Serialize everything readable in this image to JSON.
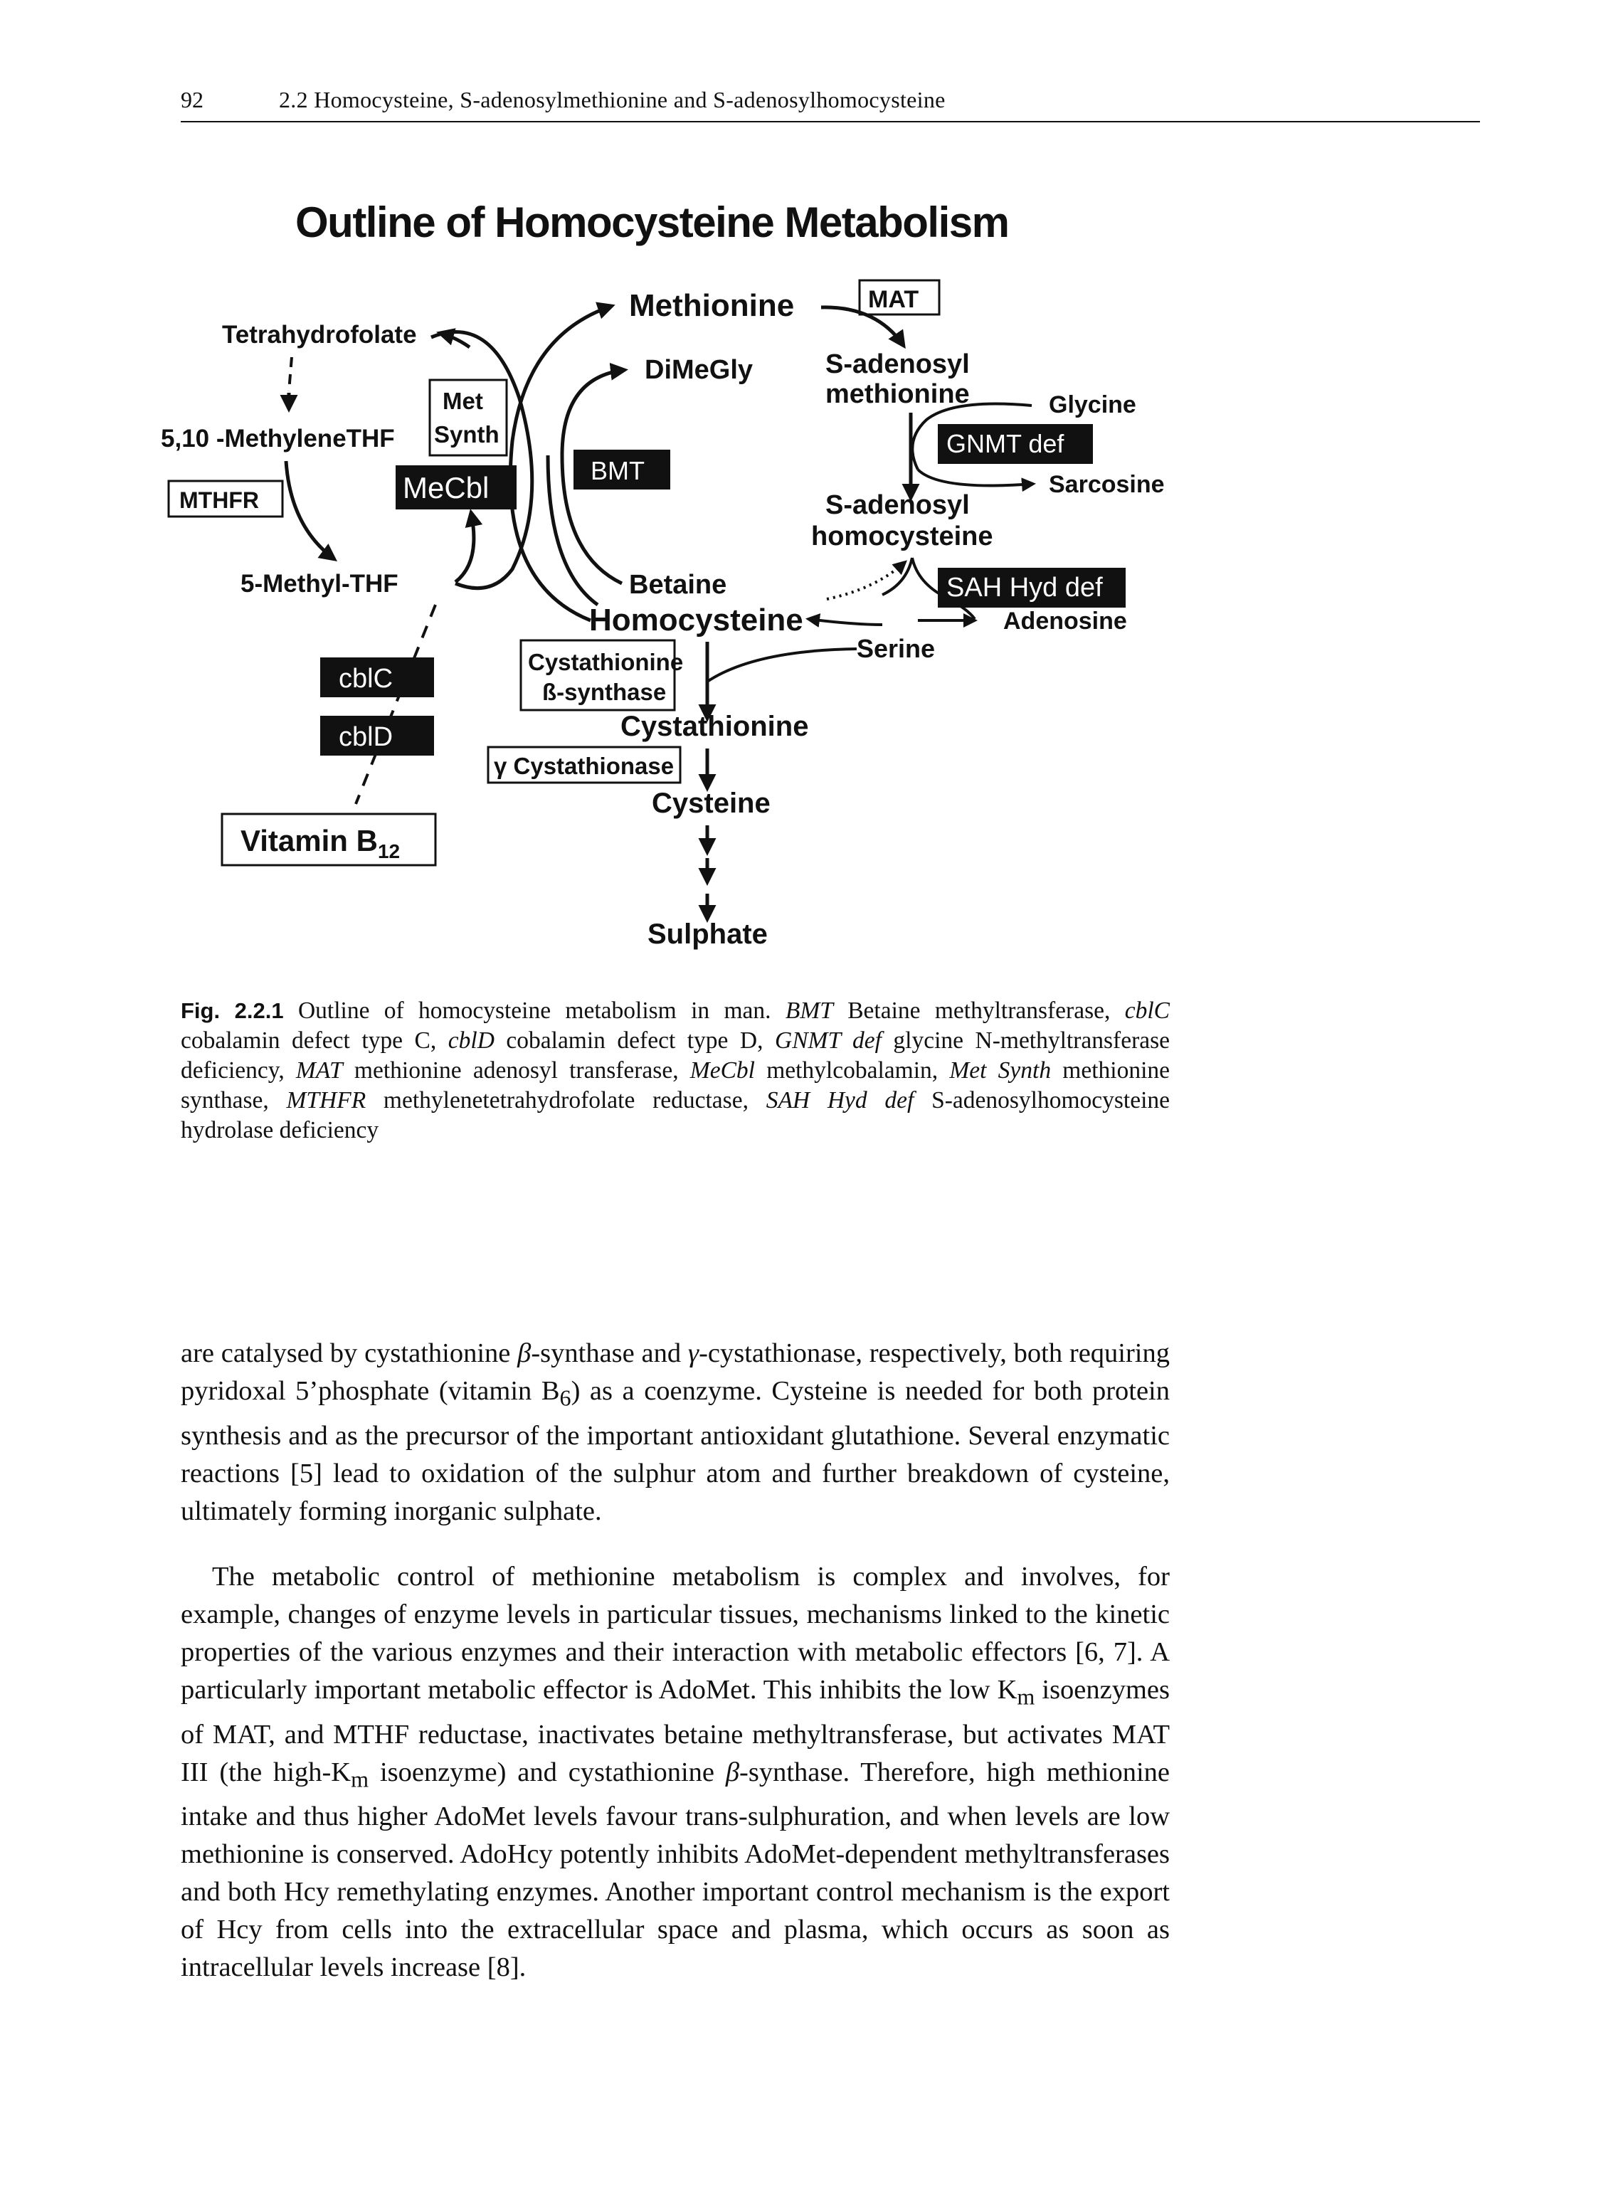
{
  "header": {
    "page_number": "92",
    "running_title": "2.2 Homocysteine, S-adenosylmethionine and S-adenosylhomocysteine"
  },
  "figure": {
    "title": "Outline of Homocysteine Metabolism",
    "labels": {
      "tetrahydrofolate": "Tetrahydrofolate",
      "methylene_thf": "5,10 -MethyleneTHF",
      "mthfr": "MTHFR",
      "met_synth_1": "Met",
      "met_synth_2": "Synth",
      "mecbl": "MeCbl",
      "methyl_thf": "5-Methyl-THF",
      "cblc": "cblC",
      "cbld": "cblD",
      "vitamin_b12": "Vitamin B",
      "vitamin_b12_sub": "12",
      "methionine": "Methionine",
      "dimegly": "DiMeGly",
      "bmt": "BMT",
      "betaine": "Betaine",
      "homocysteine": "Homocysteine",
      "cbs_1": "Cystathionine",
      "cbs_2": "ß-synthase",
      "cystathionine": "Cystathionine",
      "cystathionase": "γ Cystathionase",
      "cysteine": "Cysteine",
      "sulphate": "Sulphate",
      "mat": "MAT",
      "sam_1": "S-adenosyl",
      "sam_2": "methionine",
      "glycine": "Glycine",
      "gnmt_def": "GNMT def",
      "sarcosine": "Sarcosine",
      "sah_1": "S-adenosyl",
      "sah_2": "homocysteine",
      "sah_hyd_def": "SAH Hyd def",
      "adenosine": "Adenosine",
      "serine": "Serine"
    }
  },
  "caption": {
    "fig_label": "Fig. 2.2.1",
    "intro": " Outline of homocysteine metabolism in man. ",
    "entries": [
      {
        "abbr": "BMT",
        "text": " Betaine methyltransferase, "
      },
      {
        "abbr": "cblC",
        "text": " cobalamin defect type C, "
      },
      {
        "abbr": "cblD",
        "text": " cobalamin defect type D, "
      },
      {
        "abbr": "GNMT def",
        "text": " glycine N-methyltransferase deficiency, "
      },
      {
        "abbr": "MAT",
        "text": " methionine adenosyl transferase, "
      },
      {
        "abbr": "MeCbl",
        "text": " methylcobalamin, "
      },
      {
        "abbr": "Met Synth",
        "text": " methionine synthase, "
      },
      {
        "abbr": "MTHFR",
        "text": " methylenetetrahydrofolate reductase, "
      },
      {
        "abbr": "SAH Hyd def",
        "text": " S-adenosylhomocysteine hydrolase deficiency"
      }
    ]
  },
  "body": {
    "p1": [
      "are catalysed by cystathionine ",
      "β",
      "-synthase and ",
      "γ",
      "-cystathionase, respectively, both requiring pyridoxal 5’phosphate (vitamin B",
      "6",
      ") as a coenzyme. Cysteine is needed for both protein synthesis and as the precursor of the important antioxidant glutathione. Several enzymatic reactions [5] lead to oxidation of the sulphur atom and further breakdown of cysteine, ultimately forming inorganic sulphate."
    ],
    "p2": [
      "The metabolic control of methionine metabolism is complex and involves, for example, changes of enzyme levels in particular tissues, mechanisms linked to the kinetic properties of the various enzymes and their interaction with metabolic effectors [6, 7]. A particularly important metabolic effector is AdoMet. This inhibits the low K",
      "m",
      " isoenzymes of MAT, and MTHF reductase, inactivates betaine methyltransferase, but activates MAT III (the high-K",
      "m",
      " isoenzyme) and cystathionine ",
      "β",
      "-synthase. Therefore, high methionine intake and thus higher AdoMet levels favour trans-sulphuration, and when levels are low methionine is conserved. AdoHcy potently inhibits AdoMet-dependent methyltransferases and both Hcy remethylating enzymes. Another important control mechanism is the export of Hcy from cells into the extracellular space and plasma, which occurs as soon as intracellular levels increase [8]."
    ]
  }
}
